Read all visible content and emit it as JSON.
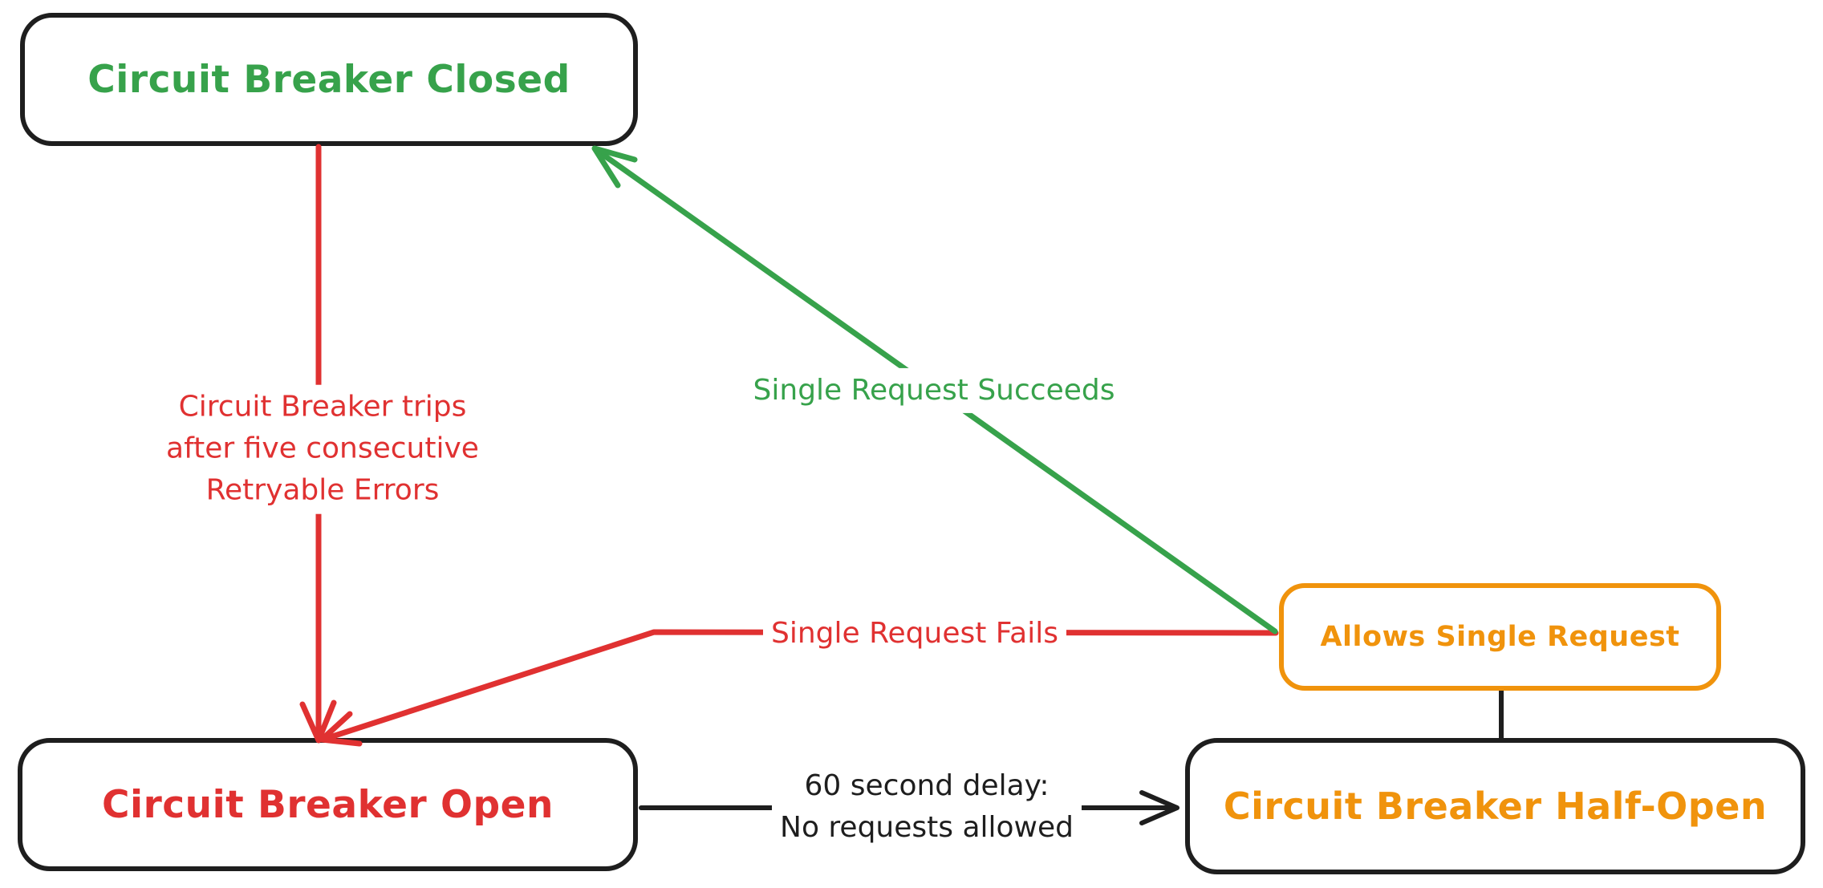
{
  "colors": {
    "ink": "#1e1e1e",
    "green": "#37a24b",
    "red": "#e03131",
    "orange": "#f0930c",
    "canvas": "#ffffff"
  },
  "diagram": {
    "nodes": {
      "closed": {
        "label": "Circuit Breaker Closed"
      },
      "open": {
        "label": "Circuit Breaker Open"
      },
      "half_open": {
        "label": "Circuit Breaker Half-Open"
      },
      "allows": {
        "label": "Allows Single Request"
      }
    },
    "edges": {
      "trip": {
        "from": "closed",
        "to": "open",
        "lines": [
          "Circuit Breaker trips",
          "after five consecutive",
          "Retryable Errors"
        ]
      },
      "succeed": {
        "from": "allows",
        "to": "closed",
        "label": "Single Request Succeeds"
      },
      "fail": {
        "from": "allows",
        "to": "open",
        "label": "Single Request Fails"
      },
      "delay": {
        "from": "open",
        "to": "half_open",
        "lines": [
          "60 second delay:",
          "No requests allowed"
        ]
      },
      "connector": {
        "from": "half_open",
        "to": "allows",
        "label": ""
      }
    }
  }
}
